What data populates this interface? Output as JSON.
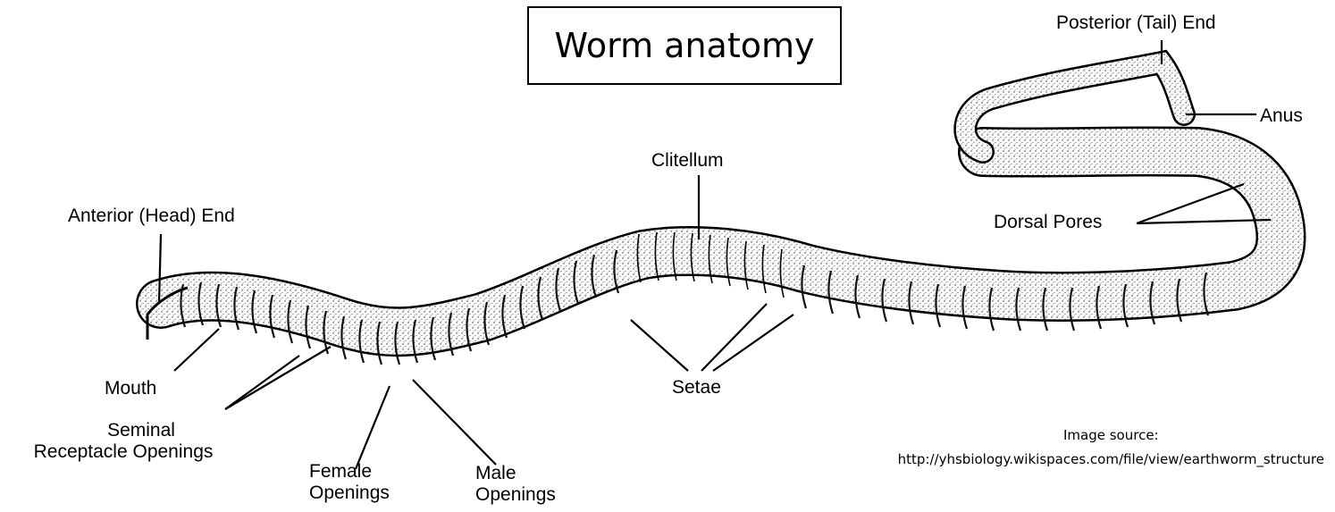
{
  "title": "Worm anatomy",
  "labels": {
    "posterior": "Posterior (Tail) End",
    "anus": "Anus",
    "clitellum": "Clitellum",
    "anterior": "Anterior (Head) End",
    "dorsal_pores": "Dorsal Pores",
    "mouth": "Mouth",
    "setae": "Setae",
    "seminal_line1": "Seminal",
    "seminal_line2": "Receptacle Openings",
    "female_line1": "Female",
    "female_line2": "Openings",
    "male_line1": "Male",
    "male_line2": "Openings"
  },
  "source": {
    "label": "Image source:",
    "url": "http://yhsbiology.wikispaces.com/file/view/earthworm_structure"
  }
}
